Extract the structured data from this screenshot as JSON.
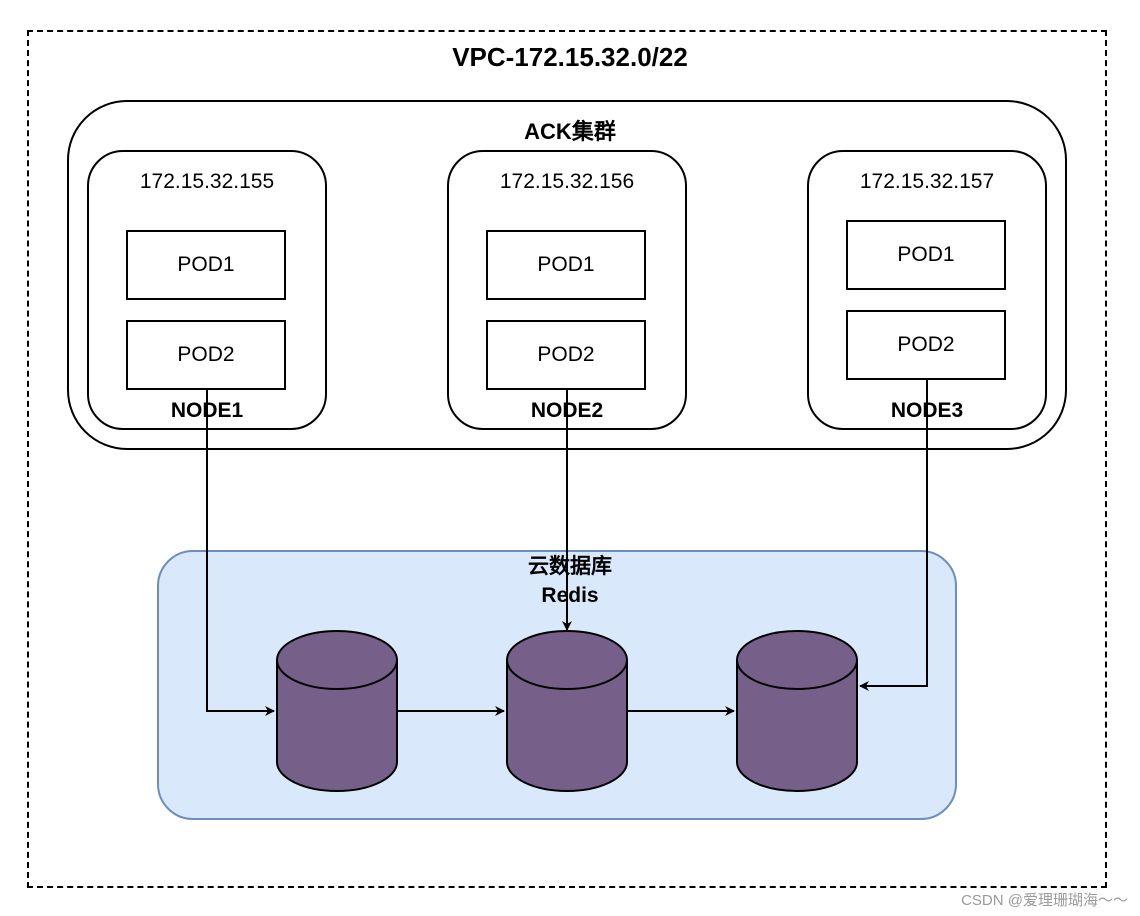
{
  "vpc": {
    "title": "VPC-172.15.32.0/22"
  },
  "cluster": {
    "title": "ACK集群"
  },
  "nodes": [
    {
      "ip": "172.15.32.155",
      "label": "NODE1",
      "pods": [
        "POD1",
        "POD2"
      ]
    },
    {
      "ip": "172.15.32.156",
      "label": "NODE2",
      "pods": [
        "POD1",
        "POD2"
      ]
    },
    {
      "ip": "172.15.32.157",
      "label": "NODE3",
      "pods": [
        "POD1",
        "POD2"
      ]
    }
  ],
  "redis": {
    "title_line1": "云数据库",
    "title_line2": "Redis"
  },
  "colors": {
    "redis_fill": "#dae8fc",
    "redis_border": "#6c8ebf",
    "db_fill": "#76608a",
    "db_stroke": "#000000"
  },
  "watermark": "CSDN @爱理珊瑚海～～"
}
